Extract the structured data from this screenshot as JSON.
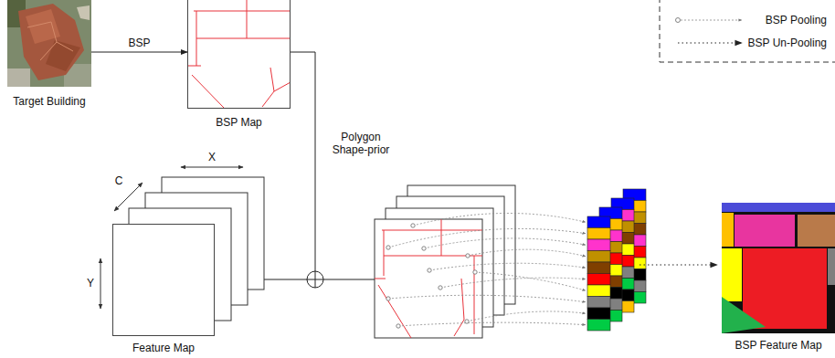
{
  "diagram": {
    "nodes": [
      {
        "text": [
          "Target Building"
        ]
      },
      {
        "text": [
          "BSP Map"
        ]
      },
      {
        "text": [
          "Feature Map"
        ]
      },
      {
        "text": [
          "BSP Feature Map"
        ]
      }
    ],
    "edges": [
      {
        "from": 0,
        "to": 1,
        "arrow": "to",
        "label": "BSP"
      }
    ],
    "labels": [
      "Polygon Shape-prior",
      "X",
      "C",
      "Y"
    ],
    "legend": [
      {
        "text": "BSP Pooling"
      },
      {
        "text": "BSP Un-Pooling"
      }
    ]
  }
}
